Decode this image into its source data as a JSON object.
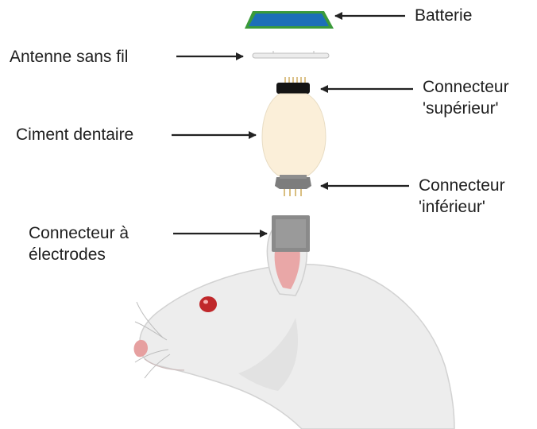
{
  "labels": {
    "battery": "Batterie",
    "antenna": "Antenne sans fil",
    "upper_connector": [
      "Connecteur",
      "'supérieur'"
    ],
    "dental_cement": "Ciment dentaire",
    "lower_connector": [
      "Connecteur",
      "'inférieur'"
    ],
    "electrode_connector": [
      "Connecteur à",
      "électrodes"
    ]
  },
  "colors": {
    "battery_fill": "#1d6fb8",
    "battery_border": "#3a9a3a",
    "cement_fill": "#fbefd9",
    "connector_dark": "#141414",
    "connector_grey": "#7d7d7d",
    "pin_gold": "#c9a24a",
    "rat_fur": "#ededed",
    "rat_outline": "#cfcfcf",
    "ear_inner": "#e9a7a7",
    "eye": "#c0282b",
    "nose": "#e6a0a0",
    "arrow": "#222222"
  }
}
